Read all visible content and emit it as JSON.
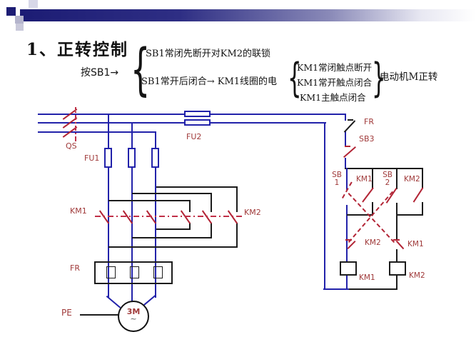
{
  "slide": {
    "title": "1、正转控制"
  },
  "annotation": {
    "trigger": "按SB1→",
    "open_brace": "{",
    "close_brace": "}",
    "branch1": [
      "SB1常闭先断开对KM2的联锁",
      "SB1常开后闭合→ KM1线圈的电"
    ],
    "branch2": [
      "KM1常闭触点断开",
      "KM1常开触点闭合",
      "KM1主触点闭合"
    ],
    "result": "电动机M正转"
  },
  "circuit": {
    "labels": {
      "qs": "QS",
      "fu1": "FU1",
      "fu2": "FU2",
      "fr": "FR",
      "pe": "PE",
      "km1": "KM1",
      "km2": "KM2",
      "sb3": "SB3",
      "sb": "SB",
      "sb1_num": "1",
      "sb2_num": "2",
      "motor": "3M",
      "motor_phase": "~"
    }
  },
  "colors": {
    "wire_blue": "#2222aa",
    "wire_black": "#1c1c1c",
    "contact_red": "#b22435",
    "label_red": "#a03a3a",
    "bar_navy": "#1c1c74",
    "background": "#ffffff"
  }
}
